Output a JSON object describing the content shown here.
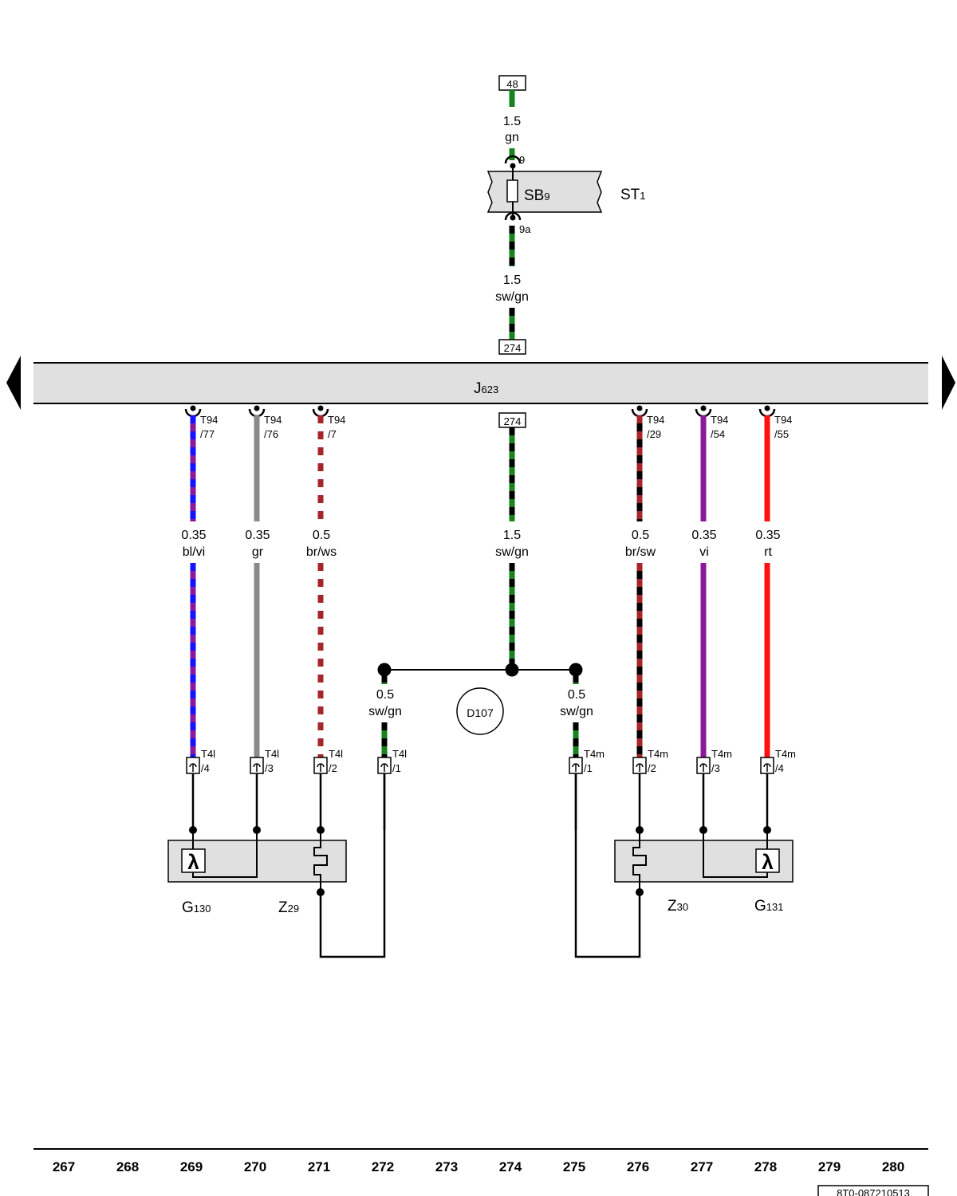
{
  "colors": {
    "gn": "#17831e",
    "sw": "#000000",
    "bl": "#1414ff",
    "vi": "#8c189c",
    "gr": "#8a8a8a",
    "br": "#a5252a",
    "ws": "#ffffff",
    "rt": "#ff1010",
    "component_fill": "#e0e0e0"
  },
  "nav": {
    "left_icon": "triangle-left-icon",
    "right_icon": "triangle-right-icon"
  },
  "top_feed": {
    "ref_top": "48",
    "wire_top": {
      "size": "1.5",
      "color": "gn"
    },
    "pin_in": "9",
    "pin_out": "9a",
    "fuse": {
      "label": "SB",
      "sub": "9"
    },
    "holder": {
      "label": "ST",
      "sub": "1"
    },
    "wire_bottom": {
      "size": "1.5",
      "color": "sw/gn"
    },
    "ref_bottom": "274"
  },
  "control_unit": {
    "label": "J",
    "sub": "623"
  },
  "ecu_wires": [
    {
      "id": "w77",
      "pin_a": "T94",
      "pin_b": "/77",
      "size": "0.35",
      "color": "bl/vi",
      "conn_a": "T4l",
      "conn_b": "/4"
    },
    {
      "id": "w76",
      "pin_a": "T94",
      "pin_b": "/76",
      "size": "0.35",
      "color": "gr",
      "conn_a": "T4l",
      "conn_b": "/3"
    },
    {
      "id": "w7",
      "pin_a": "T94",
      "pin_b": "/7",
      "size": "0.5",
      "color": "br/ws",
      "conn_a": "T4l",
      "conn_b": "/2"
    },
    {
      "id": "w29",
      "pin_a": "T94",
      "pin_b": "/29",
      "size": "0.5",
      "color": "br/sw",
      "conn_a": "T4m",
      "conn_b": "/2"
    },
    {
      "id": "w54",
      "pin_a": "T94",
      "pin_b": "/54",
      "size": "0.35",
      "color": "vi",
      "conn_a": "T4m",
      "conn_b": "/3"
    },
    {
      "id": "w55",
      "pin_a": "T94",
      "pin_b": "/55",
      "size": "0.35",
      "color": "rt",
      "conn_a": "T4m",
      "conn_b": "/4"
    }
  ],
  "center_wire": {
    "ref": "274",
    "size": "1.5",
    "color": "sw/gn"
  },
  "splice": {
    "label": "D107",
    "left": {
      "size": "0.5",
      "color": "sw/gn",
      "conn_a": "T4l",
      "conn_b": "/1"
    },
    "right": {
      "size": "0.5",
      "color": "sw/gn",
      "conn_a": "T4m",
      "conn_b": "/1"
    }
  },
  "sensors": {
    "left": {
      "sensor": "G",
      "sensor_sub": "130",
      "heater": "Z",
      "heater_sub": "29",
      "symbol": "λ"
    },
    "right": {
      "sensor": "G",
      "sensor_sub": "131",
      "heater": "Z",
      "heater_sub": "30",
      "symbol": "λ"
    }
  },
  "columns": [
    "267",
    "268",
    "269",
    "270",
    "271",
    "272",
    "273",
    "274",
    "275",
    "276",
    "277",
    "278",
    "279",
    "280"
  ],
  "doc_id": "8T0-087210513"
}
